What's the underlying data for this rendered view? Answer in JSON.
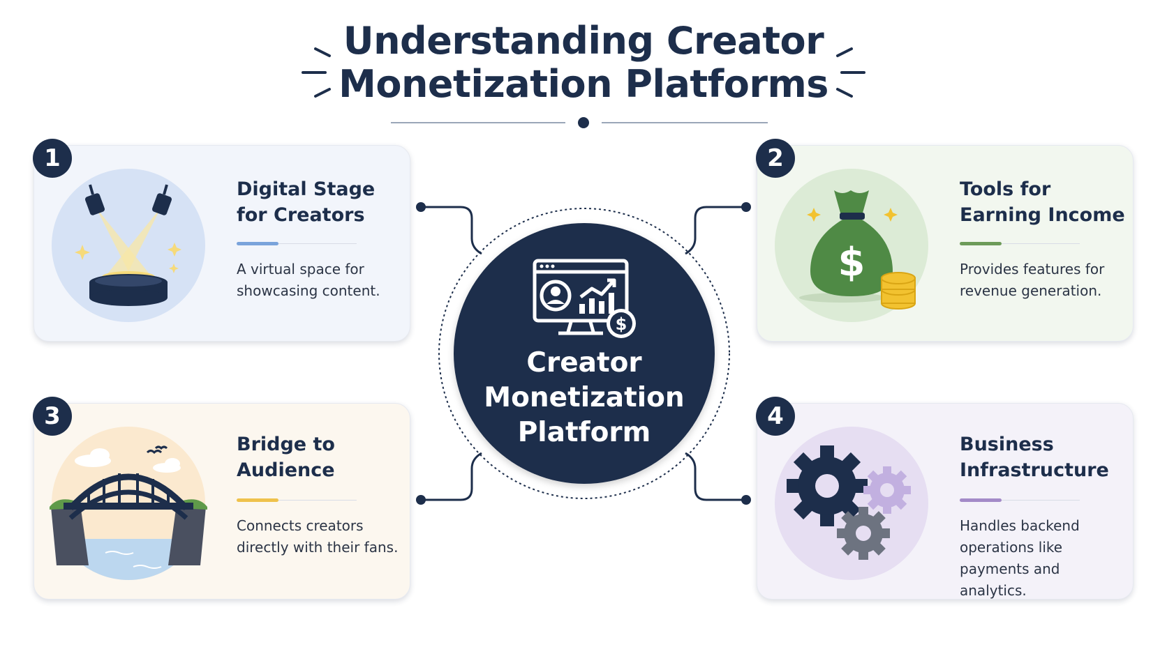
{
  "title": {
    "line1": "Understanding Creator",
    "line2": "Monetization Platforms"
  },
  "colors": {
    "navy": "#1d2e4b",
    "card1_bg": "#f2f5fb",
    "card1_accent": "#7aa3db",
    "card2_bg": "#f2f7ef",
    "card2_accent": "#6d9b59",
    "card3_bg": "#fcf7ef",
    "card3_accent": "#efc24c",
    "card4_bg": "#f4f2f9",
    "card4_accent": "#a38ac8"
  },
  "hub": {
    "line1": "Creator",
    "line2": "Monetization",
    "line3": "Platform",
    "icon": "monitor-analytics-dollar-icon"
  },
  "cards": [
    {
      "number": "1",
      "title": "Digital Stage for Creators",
      "description": "A virtual space for showcasing content.",
      "icon": "spotlight-stage-icon"
    },
    {
      "number": "2",
      "title": "Tools for Earning Income",
      "description": "Provides features for revenue generation.",
      "icon": "money-bag-icon"
    },
    {
      "number": "3",
      "title": "Bridge to Audience",
      "description": "Connects creators directly with their fans.",
      "icon": "bridge-icon"
    },
    {
      "number": "4",
      "title": "Business Infrastructure",
      "description": "Handles backend operations like payments and analytics.",
      "icon": "gears-icon"
    }
  ]
}
